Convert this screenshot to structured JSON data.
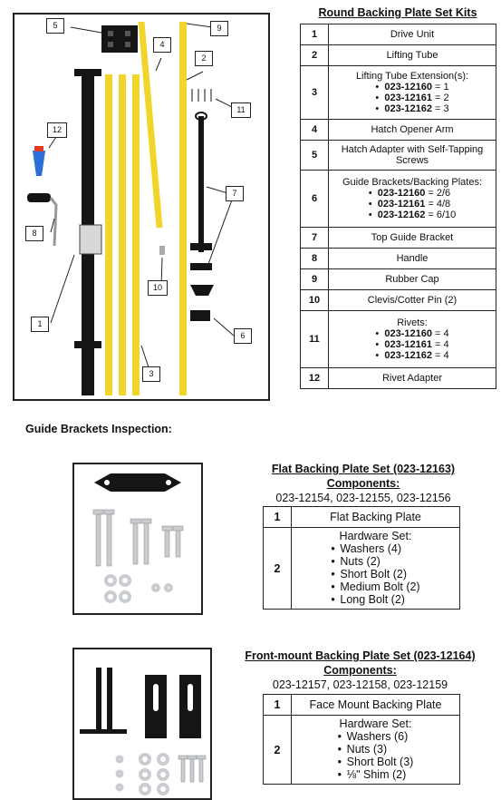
{
  "kit": {
    "title": "Round Backing Plate Set Kits",
    "rows": [
      {
        "num": "1",
        "label": "Drive Unit"
      },
      {
        "num": "2",
        "label": "Lifting Tube"
      },
      {
        "num": "3",
        "label": "Lifting Tube Extension(s):",
        "items": [
          {
            "code": "023-12160",
            "val": " = 1"
          },
          {
            "code": "023-12161",
            "val": " = 2"
          },
          {
            "code": "023-12162",
            "val": " = 3"
          }
        ]
      },
      {
        "num": "4",
        "label": "Hatch Opener Arm"
      },
      {
        "num": "5",
        "label": "Hatch Adapter with Self-Tapping Screws"
      },
      {
        "num": "6",
        "label": "Guide Brackets/Backing Plates:",
        "items": [
          {
            "code": "023-12160",
            "val": " = 2/6"
          },
          {
            "code": "023-12161",
            "val": " = 4/8"
          },
          {
            "code": "023-12162",
            "val": " = 6/10"
          }
        ]
      },
      {
        "num": "7",
        "label": "Top Guide Bracket"
      },
      {
        "num": "8",
        "label": "Handle"
      },
      {
        "num": "9",
        "label": "Rubber Cap"
      },
      {
        "num": "10",
        "label": "Clevis/Cotter Pin (2)"
      },
      {
        "num": "11",
        "label": "Rivets:",
        "items": [
          {
            "code": "023-12160",
            "val": " = 4"
          },
          {
            "code": "023-12161",
            "val": " = 4"
          },
          {
            "code": "023-12162",
            "val": " = 4"
          }
        ]
      },
      {
        "num": "12",
        "label": "Rivet Adapter"
      }
    ],
    "callouts": [
      "1",
      "2",
      "3",
      "4",
      "5",
      "6",
      "7",
      "8",
      "9",
      "10",
      "11",
      "12"
    ]
  },
  "inspection": {
    "heading": "Guide Brackets Inspection:"
  },
  "flat": {
    "title": "Flat Backing Plate Set (023-12163)",
    "components_label": "Components:",
    "components": "023-12154, 023-12155, 023-12156",
    "row1": {
      "num": "1",
      "label": "Flat Backing Plate"
    },
    "row2": {
      "num": "2",
      "label": "Hardware Set:",
      "items": [
        "Washers (4)",
        "Nuts (2)",
        "Short Bolt (2)",
        "Medium Bolt (2)",
        "Long Bolt (2)"
      ]
    }
  },
  "front": {
    "title": "Front-mount Backing Plate Set (023-12164)",
    "components_label": "Components:",
    "components": "023-12157, 023-12158, 023-12159",
    "row1": {
      "num": "1",
      "label": "Face Mount Backing Plate"
    },
    "row2": {
      "num": "2",
      "label": "Hardware Set:",
      "items": [
        "Washers (6)",
        "Nuts (3)",
        "Short Bolt (3)",
        "⅛\" Shim (2)"
      ]
    }
  },
  "colors": {
    "tube_yellow": "#f2d52a",
    "tube_black": "#151515",
    "bolt_gray": "#c9ccd0",
    "rivet_blue": "#2c6fd6"
  }
}
